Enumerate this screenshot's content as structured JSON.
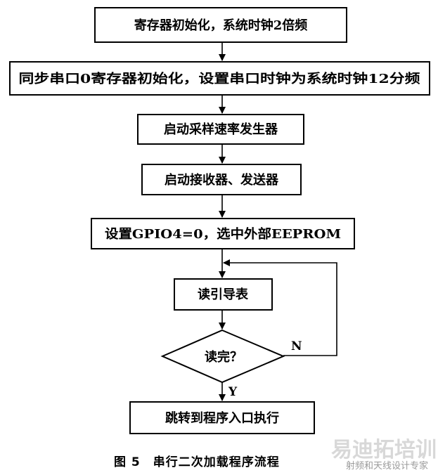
{
  "nodes": {
    "step1": "寄存器初始化，系统时钟2倍频",
    "step2": "同步串口0寄存器初始化，设置串口时钟为系统时钟12分频",
    "step3": "启动采样速率发生器",
    "step4": "启动接收器、发送器",
    "step5": "设置GPIO4=0，选中外部EEPROM",
    "step6": "读引导表",
    "decision": "读完？",
    "step7": "跳转到程序入口执行"
  },
  "edges": {
    "no_label": "N",
    "yes_label": "Y"
  },
  "caption": "图 5　串行二次加载程序流程",
  "watermark": {
    "main": "易迪拓培训",
    "sub": "射频和天线设计专家"
  }
}
